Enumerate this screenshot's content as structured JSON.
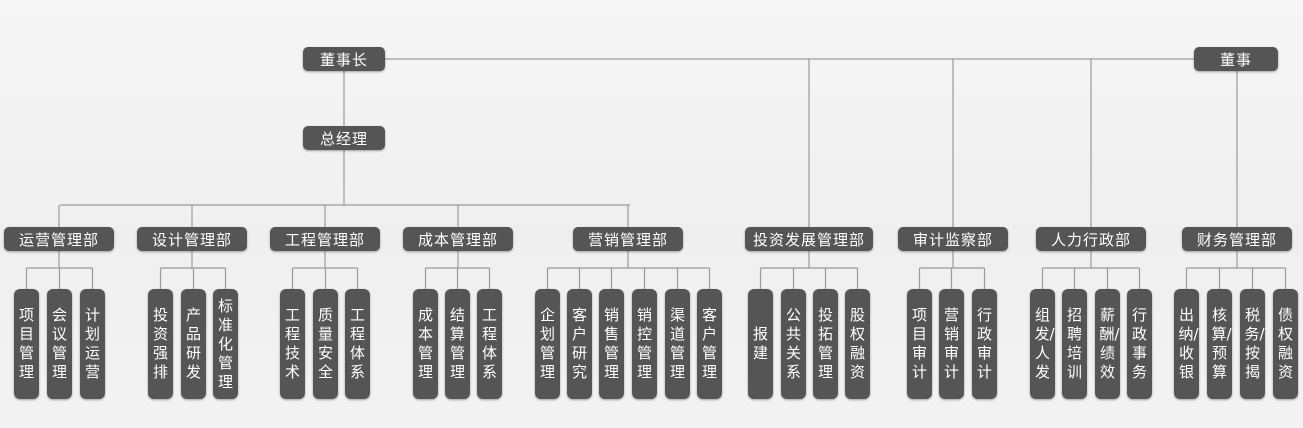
{
  "top": {
    "chairman": "董事长",
    "director": "董事",
    "general_manager": "总经理"
  },
  "departments": [
    {
      "label": "运营管理部",
      "subs": [
        "项目管理",
        "会议管理",
        "计划运营"
      ]
    },
    {
      "label": "设计管理部",
      "subs": [
        "投资强排",
        "产品研发",
        "标准化管理"
      ]
    },
    {
      "label": "工程管理部",
      "subs": [
        "工程技术",
        "质量安全",
        "工程体系"
      ]
    },
    {
      "label": "成本管理部",
      "subs": [
        "成本管理",
        "结算管理",
        "工程体系"
      ]
    },
    {
      "label": "营销管理部",
      "subs": [
        "企划管理",
        "客户研究",
        "销售管理",
        "销控管理",
        "渠道管理",
        "客户管理"
      ]
    },
    {
      "label": "投资发展管理部",
      "subs": [
        "报建",
        "公共关系",
        "投拓管理",
        "股权融资"
      ]
    },
    {
      "label": "审计监察部",
      "subs": [
        "项目审计",
        "营销审计",
        "行政审计"
      ]
    },
    {
      "label": "人力行政部",
      "subs": [
        "组发/人发",
        "招聘培训",
        "薪酬/绩效",
        "行政事务"
      ]
    },
    {
      "label": "财务管理部",
      "subs": [
        "出纳/收银",
        "核算/预算",
        "税务/按揭",
        "债权融资"
      ]
    }
  ],
  "colors": {
    "box": "#555555",
    "line": "#9a9a9a",
    "text": "#ffffff"
  }
}
